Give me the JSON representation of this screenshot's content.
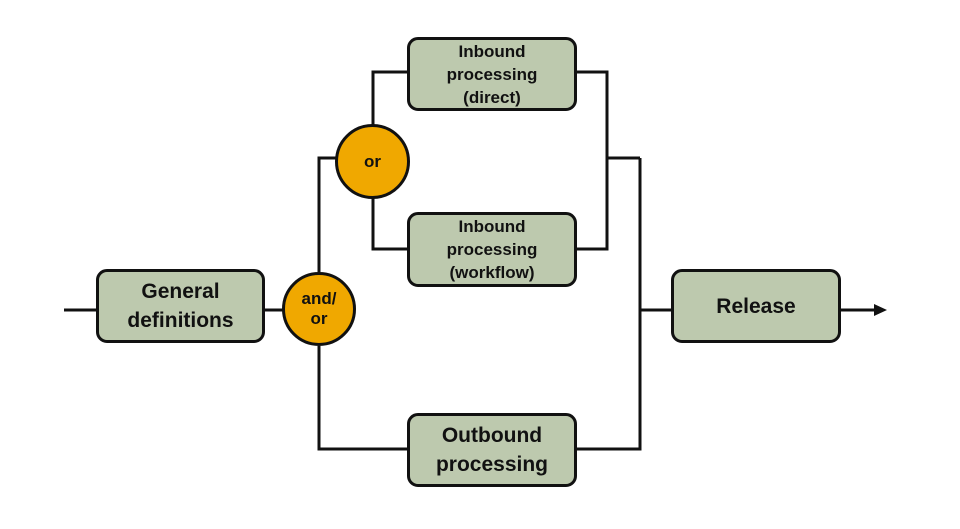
{
  "diagram": {
    "colors": {
      "process_fill": "#BDC9AE",
      "gate_fill": "#F0A800",
      "line": "#111111"
    },
    "nodes": {
      "general": {
        "label": "General\ndefinitions",
        "type": "process"
      },
      "and_or": {
        "label": "and/\nor",
        "type": "gate"
      },
      "or": {
        "label": "or",
        "type": "gate"
      },
      "inbound_direct": {
        "label": "Inbound\nprocessing\n(direct)",
        "type": "process"
      },
      "inbound_workflow": {
        "label": "Inbound\nprocessing\n(workflow)",
        "type": "process"
      },
      "outbound": {
        "label": "Outbound\nprocessing",
        "type": "process"
      },
      "release": {
        "label": "Release",
        "type": "process"
      }
    },
    "edges": [
      {
        "from": "start",
        "to": "general"
      },
      {
        "from": "general",
        "to": "and_or"
      },
      {
        "from": "and_or",
        "to": "or"
      },
      {
        "from": "and_or",
        "to": "outbound"
      },
      {
        "from": "or",
        "to": "inbound_direct"
      },
      {
        "from": "or",
        "to": "inbound_workflow"
      },
      {
        "from": "inbound_direct",
        "to": "release"
      },
      {
        "from": "inbound_workflow",
        "to": "release"
      },
      {
        "from": "outbound",
        "to": "release"
      },
      {
        "from": "release",
        "to": "end",
        "arrow": true
      }
    ]
  }
}
